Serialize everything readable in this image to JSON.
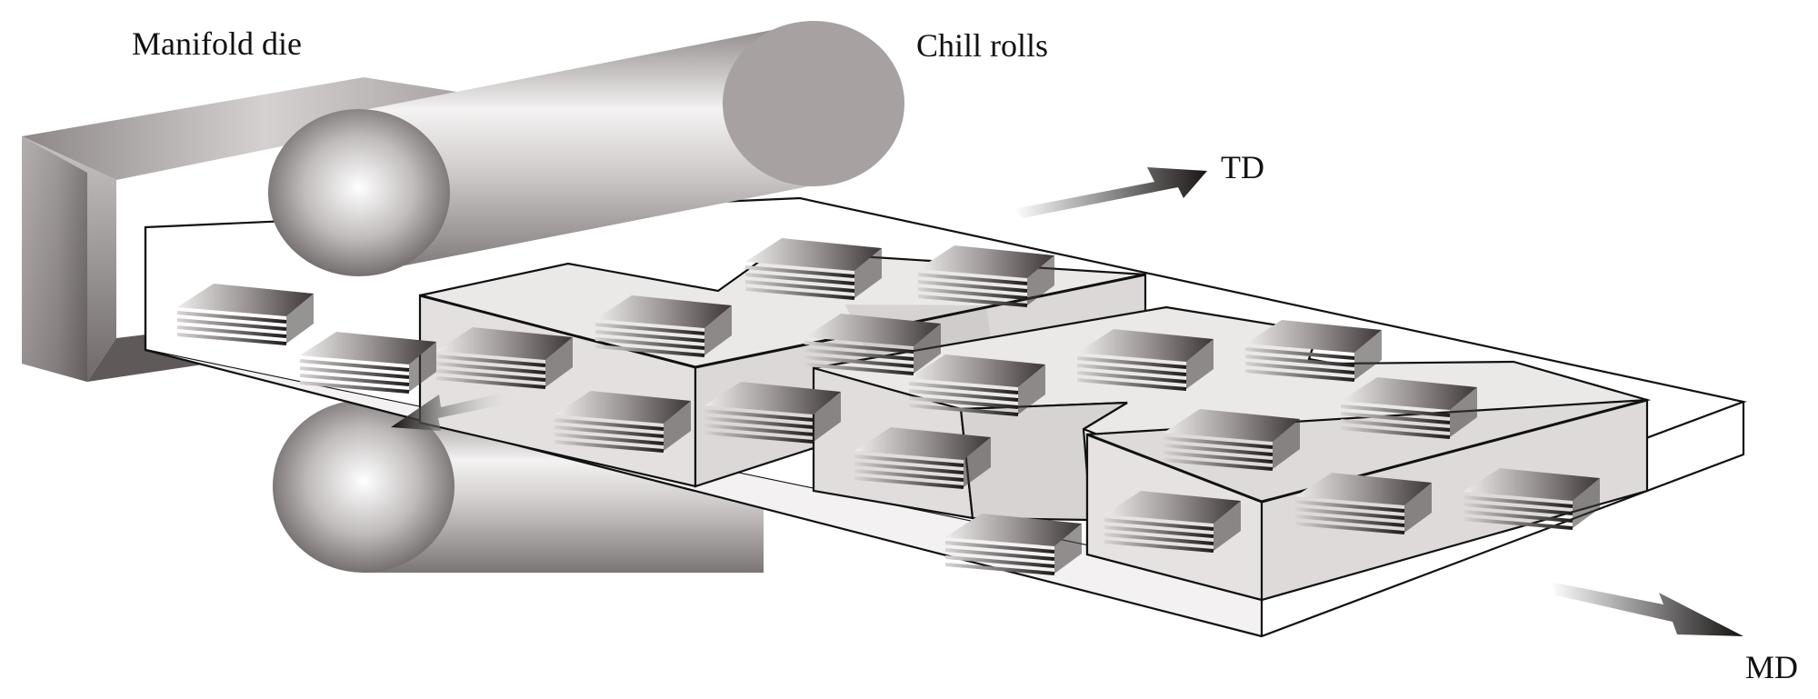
{
  "labels": {
    "manifold_die": "Manifold die",
    "chill_rolls": "Chill rolls",
    "td": "TD",
    "md": "MD"
  },
  "icons": [
    "manifold-die-icon",
    "chill-roll-icon",
    "lamellae-stack-icon",
    "direction-arrow-icon"
  ],
  "colors": {
    "metal_dark": "#6e6868",
    "metal_mid": "#a8a2a2",
    "metal_light": "#f4f2f2",
    "film": "#ffffff",
    "crystal_region": "#e9e6e6",
    "outline": "#111111"
  }
}
